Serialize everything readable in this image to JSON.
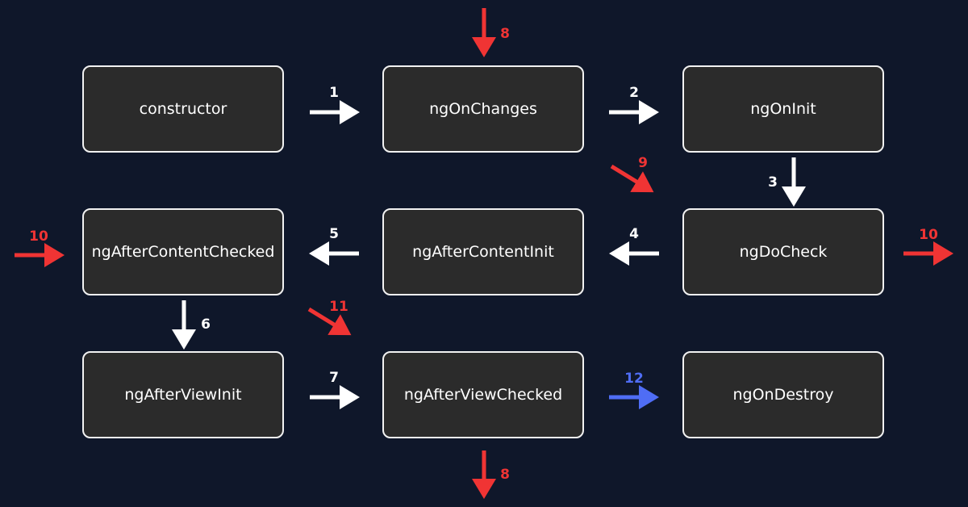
{
  "colors": {
    "background": "#0f172a",
    "box_fill": "#2b2b2b",
    "box_border": "#f2f2f2",
    "arrow_default": "#ffffff",
    "arrow_red": "#f03434",
    "arrow_blue": "#4f6df5"
  },
  "nodes": [
    {
      "id": "constructor",
      "label": "constructor"
    },
    {
      "id": "ngonchanges",
      "label": "ngOnChanges"
    },
    {
      "id": "ngoninit",
      "label": "ngOnInit"
    },
    {
      "id": "ngafcontentchecked",
      "label": "ngAfterContentChecked"
    },
    {
      "id": "ngafcontentinit",
      "label": "ngAfterContentInit"
    },
    {
      "id": "ngdocheck",
      "label": "ngDoCheck"
    },
    {
      "id": "ngafviewinit",
      "label": "ngAfterViewInit"
    },
    {
      "id": "ngafviewchecked",
      "label": "ngAfterViewChecked"
    },
    {
      "id": "ngondestroy",
      "label": "ngOnDestroy"
    }
  ],
  "arrows": [
    {
      "id": "a1",
      "label": "1",
      "color": "white"
    },
    {
      "id": "a2",
      "label": "2",
      "color": "white"
    },
    {
      "id": "a3",
      "label": "3",
      "color": "white"
    },
    {
      "id": "a4",
      "label": "4",
      "color": "white"
    },
    {
      "id": "a5",
      "label": "5",
      "color": "white"
    },
    {
      "id": "a6",
      "label": "6",
      "color": "white"
    },
    {
      "id": "a7",
      "label": "7",
      "color": "white"
    },
    {
      "id": "a8-top",
      "label": "8",
      "color": "red"
    },
    {
      "id": "a8-bottom",
      "label": "8",
      "color": "red"
    },
    {
      "id": "a9",
      "label": "9",
      "color": "red"
    },
    {
      "id": "a10-left",
      "label": "10",
      "color": "red"
    },
    {
      "id": "a10-right",
      "label": "10",
      "color": "red"
    },
    {
      "id": "a11",
      "label": "11",
      "color": "red"
    },
    {
      "id": "a12",
      "label": "12",
      "color": "blue"
    }
  ]
}
